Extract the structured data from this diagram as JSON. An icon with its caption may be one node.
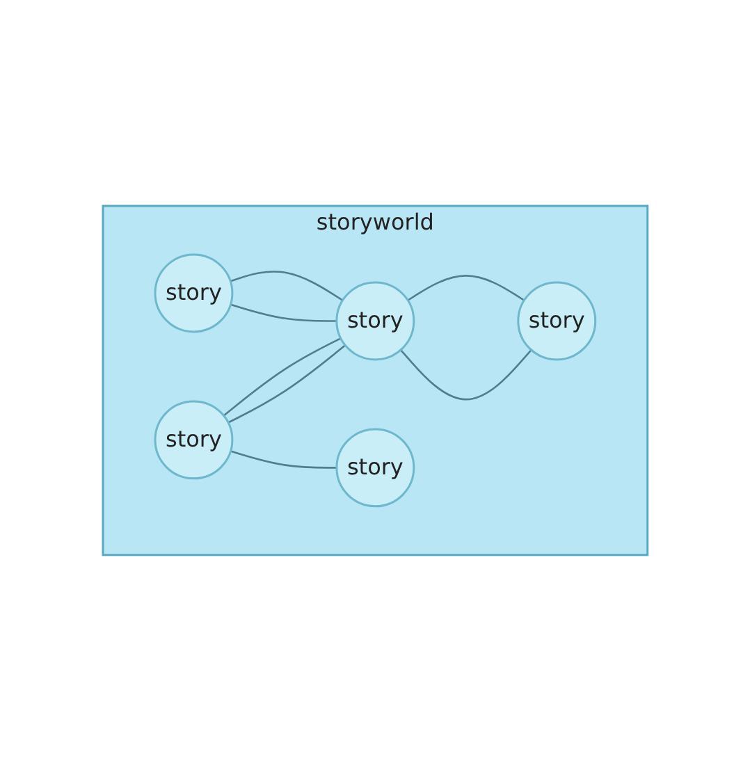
{
  "diagram": {
    "nodes": [
      {
        "text": [
          "storyworld"
        ]
      },
      {
        "text": [
          "story"
        ],
        "in": 0
      },
      {
        "text": [
          "story"
        ],
        "in": 0
      },
      {
        "text": [
          "story"
        ],
        "in": 0
      },
      {
        "text": [
          "story"
        ],
        "in": 0
      },
      {
        "text": [
          "story"
        ],
        "in": 0
      }
    ],
    "edges": [
      {
        "from": 1,
        "to": 3,
        "arrow": "none"
      },
      {
        "from": 1,
        "to": 3,
        "arrow": "none"
      },
      {
        "from": 1,
        "to": 5,
        "arrow": "none"
      },
      {
        "from": 2,
        "to": 3,
        "arrow": "none"
      },
      {
        "from": 2,
        "to": 3,
        "arrow": "none"
      },
      {
        "from": 3,
        "to": 4,
        "arrow": "none"
      },
      {
        "from": 3,
        "to": 4,
        "arrow": "none"
      }
    ]
  }
}
